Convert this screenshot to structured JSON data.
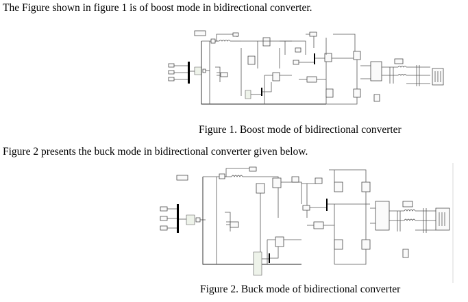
{
  "document": {
    "paragraph_1": "The Figure shown in figure 1 is of boost mode in bidirectional converter.",
    "figure_1_caption": "Figure 1. Boost mode of bidirectional converter",
    "paragraph_2": "Figure 2 presents the buck mode in bidirectional converter given below.",
    "figure_2_caption": "Figure 2. Buck mode of bidirectional converter"
  }
}
